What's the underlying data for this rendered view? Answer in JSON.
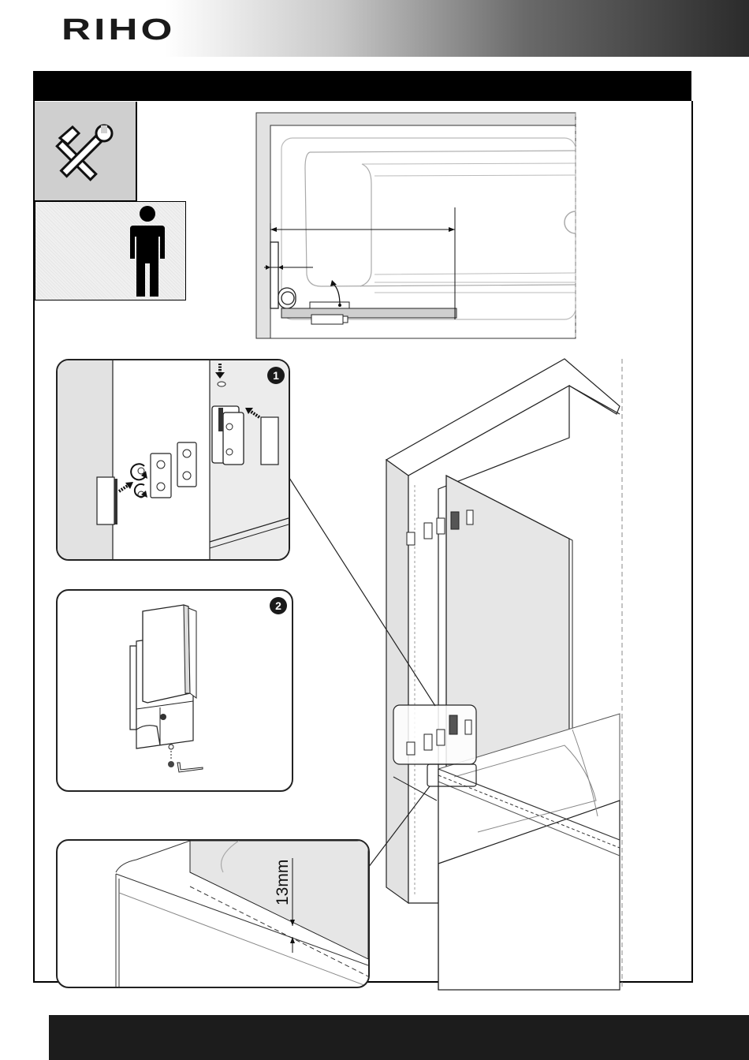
{
  "header": {
    "brand": "RIHO"
  },
  "steps": [
    {
      "number": "1"
    },
    {
      "number": "2"
    }
  ],
  "detail": {
    "gap_label": "13mm"
  },
  "icons": {
    "tools": "hammer-wrench-icon",
    "installer": "person-icon",
    "insert": "arrow-icon",
    "rotate": "rotate-arrow-icon",
    "hex_key": "allen-key-icon"
  },
  "colors": {
    "header_dark": "#2b2b2b",
    "title_bar": "#000000",
    "tool_bg": "#cfcfcf",
    "wall_grey": "#e0e0e0",
    "glass_grey": "#e6e6e6"
  }
}
